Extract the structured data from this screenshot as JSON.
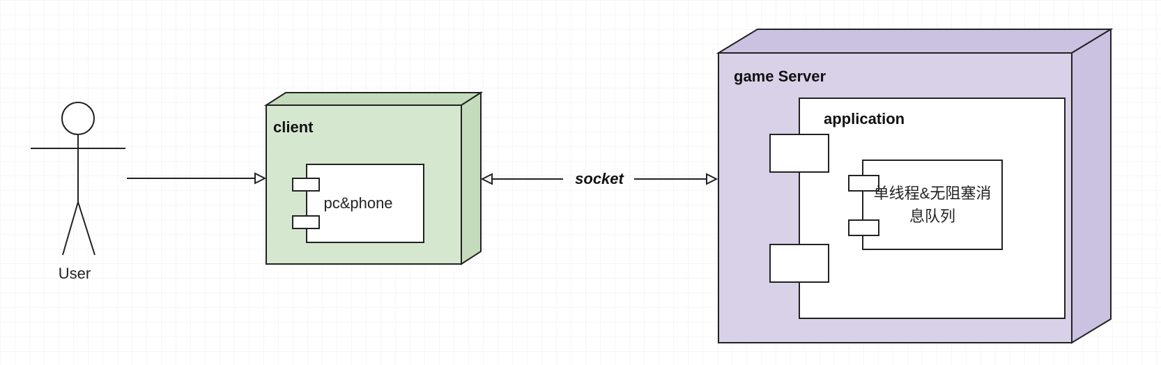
{
  "actor": {
    "label": "User"
  },
  "client": {
    "title": "client",
    "component": {
      "label": "pc&phone"
    }
  },
  "connector": {
    "label": "socket"
  },
  "server": {
    "title": "game Server",
    "application": {
      "title": "application",
      "component": {
        "label_line1": "单线程&无阻塞消",
        "label_line2": "息队列"
      }
    }
  },
  "colors": {
    "client_fill": "#d6e7d0",
    "client_side": "#c4dcbb",
    "server_fill": "#d9d1e8",
    "server_side": "#cbc1e0",
    "stroke": "#222222",
    "grid": "#eeeeee"
  }
}
